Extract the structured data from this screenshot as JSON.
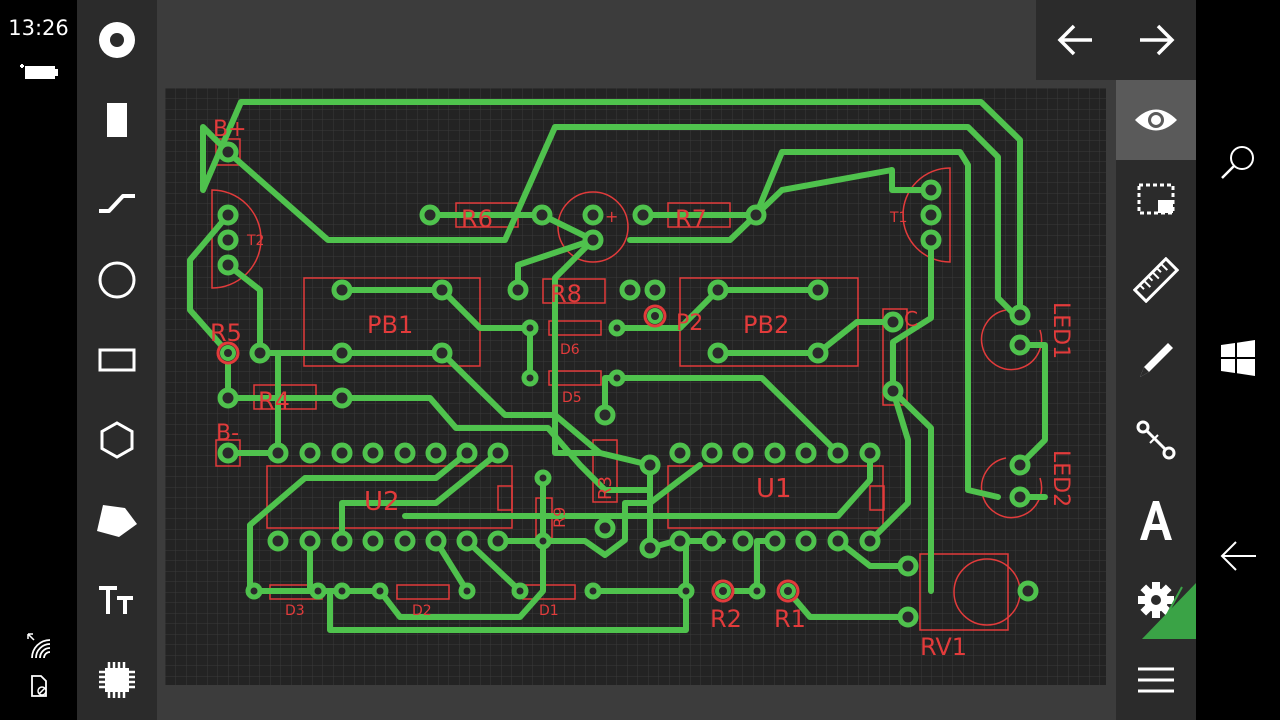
{
  "status": {
    "time": "13:26",
    "battery_icon": "battery-charging-icon",
    "wifi_icon": "wifi-icon",
    "sim_icon": "no-sim-icon"
  },
  "left_tools": [
    {
      "id": "pad",
      "icon": "pad-icon"
    },
    {
      "id": "smd-pad",
      "icon": "rectangle-pad-icon"
    },
    {
      "id": "track",
      "icon": "track-icon"
    },
    {
      "id": "circle",
      "icon": "circle-icon"
    },
    {
      "id": "rectangle",
      "icon": "rectangle-icon"
    },
    {
      "id": "polygon",
      "icon": "hexagon-icon"
    },
    {
      "id": "zone",
      "icon": "zone-icon"
    },
    {
      "id": "text",
      "icon": "text-icon",
      "glyph": "Tт"
    },
    {
      "id": "component",
      "icon": "chip-icon"
    }
  ],
  "right_tools": [
    {
      "id": "view",
      "icon": "eye-icon",
      "active": true
    },
    {
      "id": "select",
      "icon": "select-area-icon"
    },
    {
      "id": "measure",
      "icon": "ruler-icon"
    },
    {
      "id": "pencil",
      "icon": "pencil-icon"
    },
    {
      "id": "connect",
      "icon": "connection-icon"
    },
    {
      "id": "text",
      "icon": "text-a-icon",
      "glyph": "A"
    },
    {
      "id": "settings",
      "icon": "gear-icon"
    },
    {
      "id": "menu",
      "icon": "hamburger-menu-icon"
    }
  ],
  "nav": {
    "undo_icon": "arrow-left-icon",
    "redo_icon": "arrow-right-icon"
  },
  "windows_bar": {
    "search_icon": "search-icon",
    "start_icon": "windows-logo-icon",
    "back_icon": "back-icon"
  },
  "colors": {
    "track": "#4fc24d",
    "silkscreen": "#e23b3b",
    "board": "#232323",
    "grid": "#3a3a3a",
    "toolbar": "#2b2b2b",
    "active_tool": "#5a5a5a",
    "accent": "#3aa346"
  },
  "labels": {
    "b_plus": "B+",
    "b_minus": "B-",
    "r5": "R5",
    "r4": "R4",
    "r6": "R6",
    "r7": "R7",
    "r8": "R8",
    "r3": "R3",
    "r2": "R2",
    "r1": "R1",
    "t1": "T1",
    "t2": "T2",
    "pb1": "PB1",
    "pb2": "PB2",
    "u1": "U1",
    "u2": "U2",
    "d1": "D1",
    "d2": "D2",
    "d3": "D3",
    "d5": "D5",
    "d6": "D6",
    "led1": "LED1",
    "led2": "LED2",
    "rv1": "RV1",
    "c": "C",
    "p2": "P2",
    "r9": "R9",
    "plus": "+"
  }
}
